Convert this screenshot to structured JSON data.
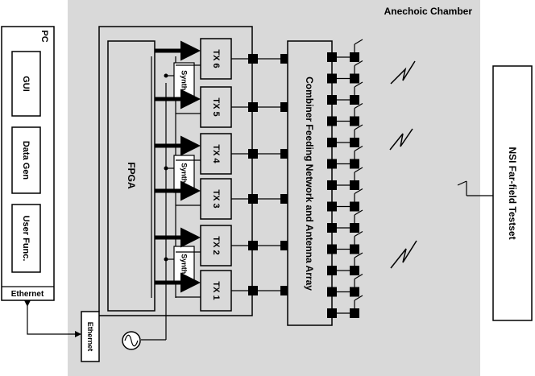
{
  "chamber": {
    "title": "Anechoic Chamber"
  },
  "pc": {
    "title": "PC",
    "modules": [
      "GUI",
      "Data Gen",
      "User Func."
    ],
    "ethernet_label": "Ethernet"
  },
  "ethernet_port_label": "Ethernet",
  "fpga_label": "FPGA",
  "synth_label": "Synth.",
  "transmitters": [
    "TX 6",
    "TX 5",
    "TX 4",
    "TX 3",
    "TX 2",
    "TX 1"
  ],
  "combiner_label": "Combiner Feeding Network and Antenna Array",
  "testset_label": "NSI Far-field Testset"
}
